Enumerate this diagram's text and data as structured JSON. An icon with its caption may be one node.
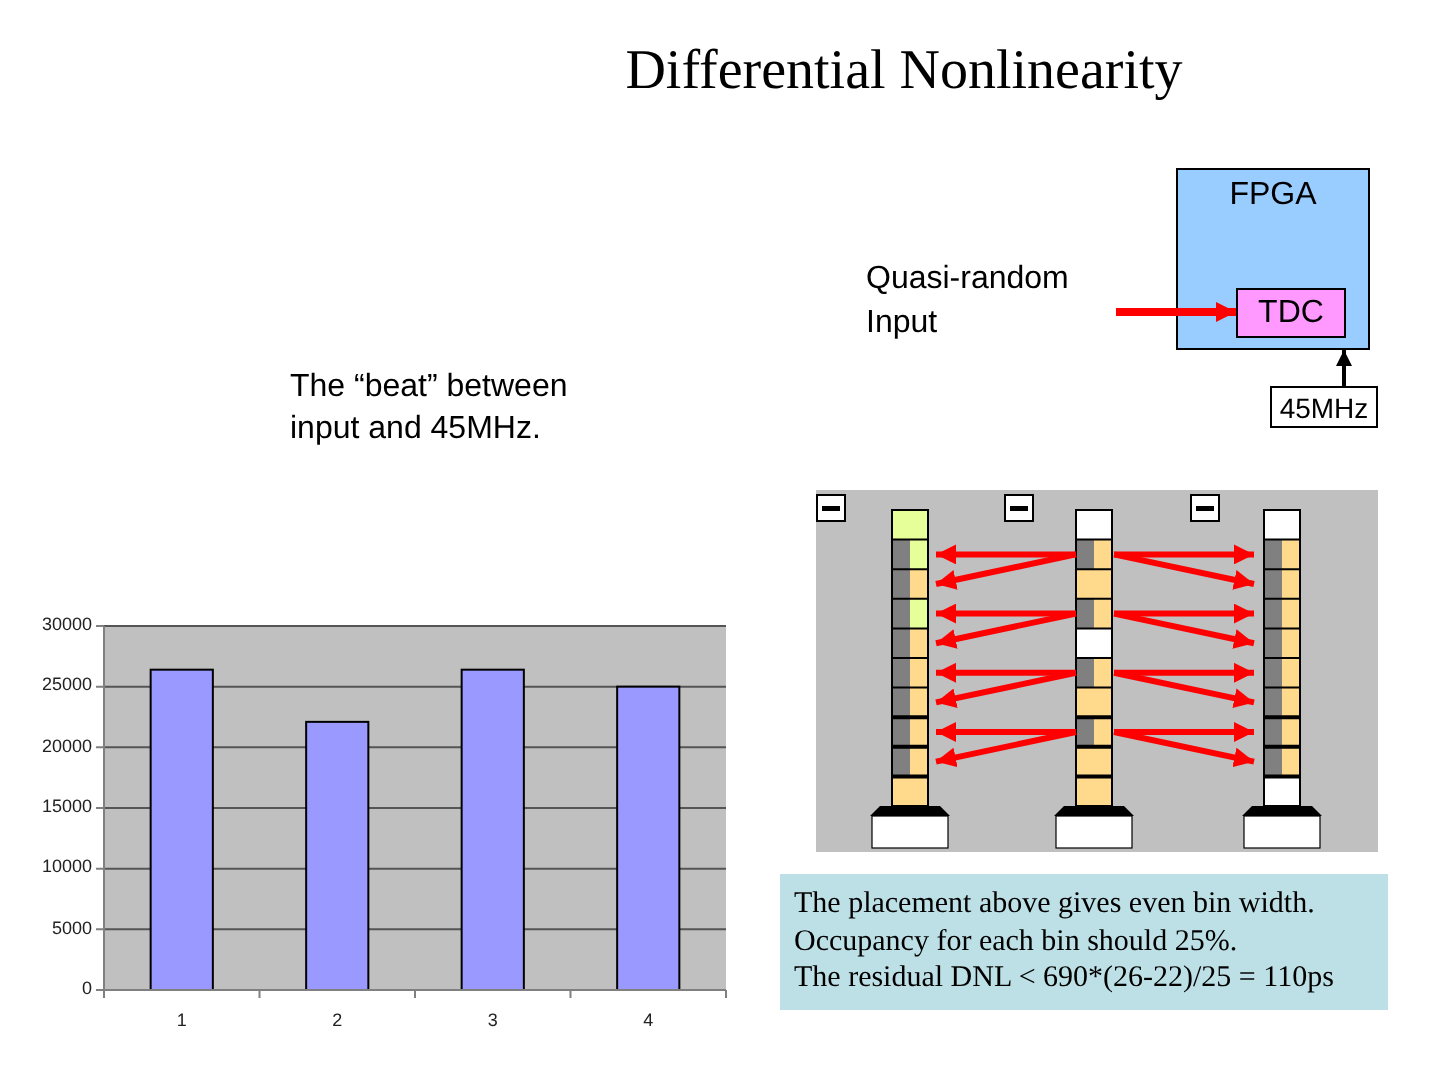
{
  "diagram": {
    "title": "Differential Nonlinearity",
    "nodes": [
      {
        "text": [
          "FPGA"
        ]
      },
      {
        "text": [
          "TDC"
        ],
        "in": 0
      },
      {
        "text": [
          "Quasi-random Input"
        ]
      },
      {
        "text": [
          "45MHz"
        ]
      },
      {
        "text": [
          "The placement above gives even bin width.",
          "Occupancy for each bin should 25%.",
          "The residual DNL < 690*(26-22)/25 = 110ps"
        ]
      }
    ],
    "edges": [
      {
        "from": 2,
        "to": 1,
        "arrow": "to",
        "style": "thick",
        "color": "#ff0000"
      },
      {
        "from": 3,
        "to": 0,
        "arrow": "to",
        "color": "#000000"
      }
    ],
    "labels": [
      "The “beat” between input and 45MHz."
    ],
    "chart_data": {
      "type": "bar",
      "categories": [
        "1",
        "2",
        "3",
        "4"
      ],
      "series": [
        {
          "color": "#9999ff",
          "values": [
            26400,
            22100,
            26400,
            25000
          ]
        }
      ],
      "ylim": [
        0,
        30000
      ],
      "yticks": [
        0,
        5000,
        10000,
        15000,
        20000,
        25000,
        30000
      ],
      "grid": true
    }
  }
}
